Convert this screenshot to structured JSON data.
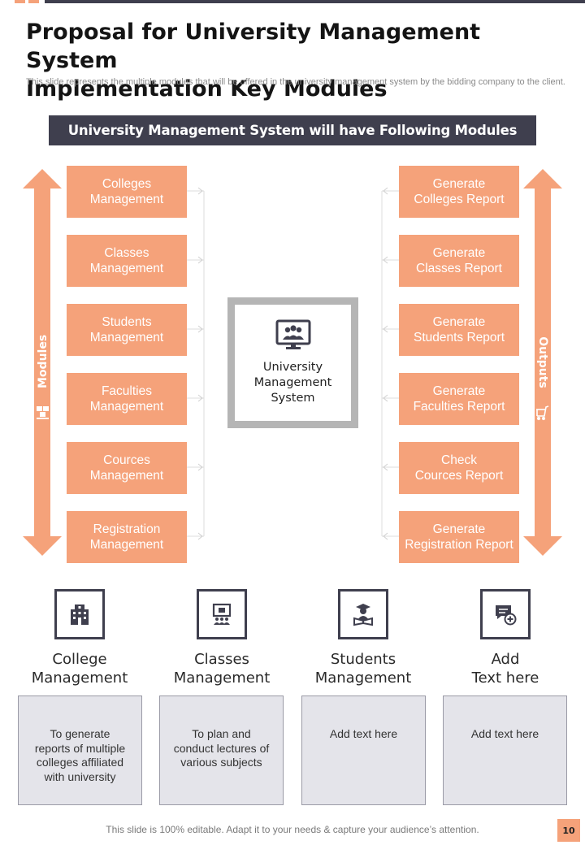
{
  "slide": {
    "title": "Proposal for University Management System\nImplementation Key Modules",
    "subtitle": "This slide represents the multiple modules that will be offered in the university management system by the bidding company to the client.",
    "banner": "University Management System will have Following Modules"
  },
  "left_modules": [
    "Colleges\nManagement",
    "Classes\nManagement",
    "Students\nManagement",
    "Faculties\nManagement",
    "Cources\nManagement",
    "Registration\nManagement"
  ],
  "right_outputs": [
    "Generate\nColleges Report",
    "Generate\nClasses Report",
    "Generate\nStudents Report",
    "Generate\nFaculties Report",
    "Check\nCources Report",
    "Generate\nRegistration Report"
  ],
  "center": {
    "label": "University\nManagement\nSystem",
    "icon": "monitor-users-icon"
  },
  "arrows": {
    "left_label": "Modules",
    "right_label": "Outputs",
    "left_icon": "boxes-icon",
    "right_icon": "cart-icon"
  },
  "bottom_columns": [
    {
      "icon": "building-icon",
      "title": "College\nManagement",
      "text": "To generate\nreports of multiple\ncolleges affiliated\nwith university"
    },
    {
      "icon": "presentation-icon",
      "title": "Classes\nManagement",
      "text": "To plan and\nconduct lectures of\nvarious subjects"
    },
    {
      "icon": "graduate-icon",
      "title": "Students\nManagement",
      "text": "Add text here"
    },
    {
      "icon": "chat-add-icon",
      "title": "Add\nText here",
      "text": "Add text here"
    }
  ],
  "footer": {
    "note": "This slide is 100% editable. Adapt it to your needs & capture your audience’s attention.",
    "page": "10"
  },
  "colors": {
    "accent": "#f5a27a",
    "dark": "#3f3f4e",
    "card": "#e4e4ea",
    "frame": "#b5b5b5"
  }
}
